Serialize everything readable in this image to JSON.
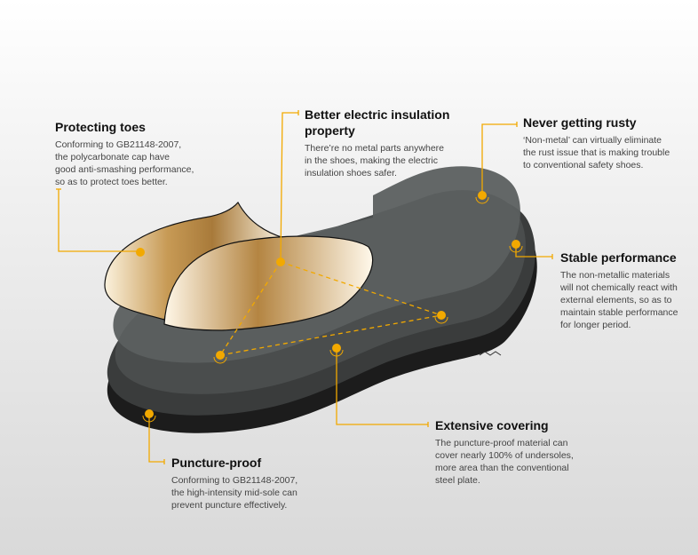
{
  "accent_color": "#f2a900",
  "features": [
    {
      "title": "Protecting toes",
      "lines": [
        "Conforming to GB21148-2007,",
        "the polycarbonate cap have",
        "good anti-smashing performance,",
        "so as to protect toes better."
      ]
    },
    {
      "title": "Better electric insulation property",
      "lines": [
        "There’re no metal parts anywhere",
        "in the shoes, making the electric",
        "insulation shoes safer."
      ]
    },
    {
      "title": "Never getting rusty",
      "lines": [
        "‘Non-metal’ can virtually eliminate",
        "the rust issue that is making trouble",
        "to conventional safety shoes."
      ]
    },
    {
      "title": "Stable performance",
      "lines": [
        "The non-metallic materials",
        "will not chemically react with",
        "external elements, so as to",
        "maintain stable performance",
        "for longer period."
      ]
    },
    {
      "title": "Extensive covering",
      "lines": [
        "The puncture-proof material can",
        "cover nearly 100% of undersoles,",
        "more area than the conventional",
        "steel plate."
      ]
    },
    {
      "title": "Puncture-proof",
      "lines": [
        "Conforming to GB21148-2007,",
        "the high-intensity mid-sole can",
        "prevent puncture effectively."
      ]
    }
  ]
}
